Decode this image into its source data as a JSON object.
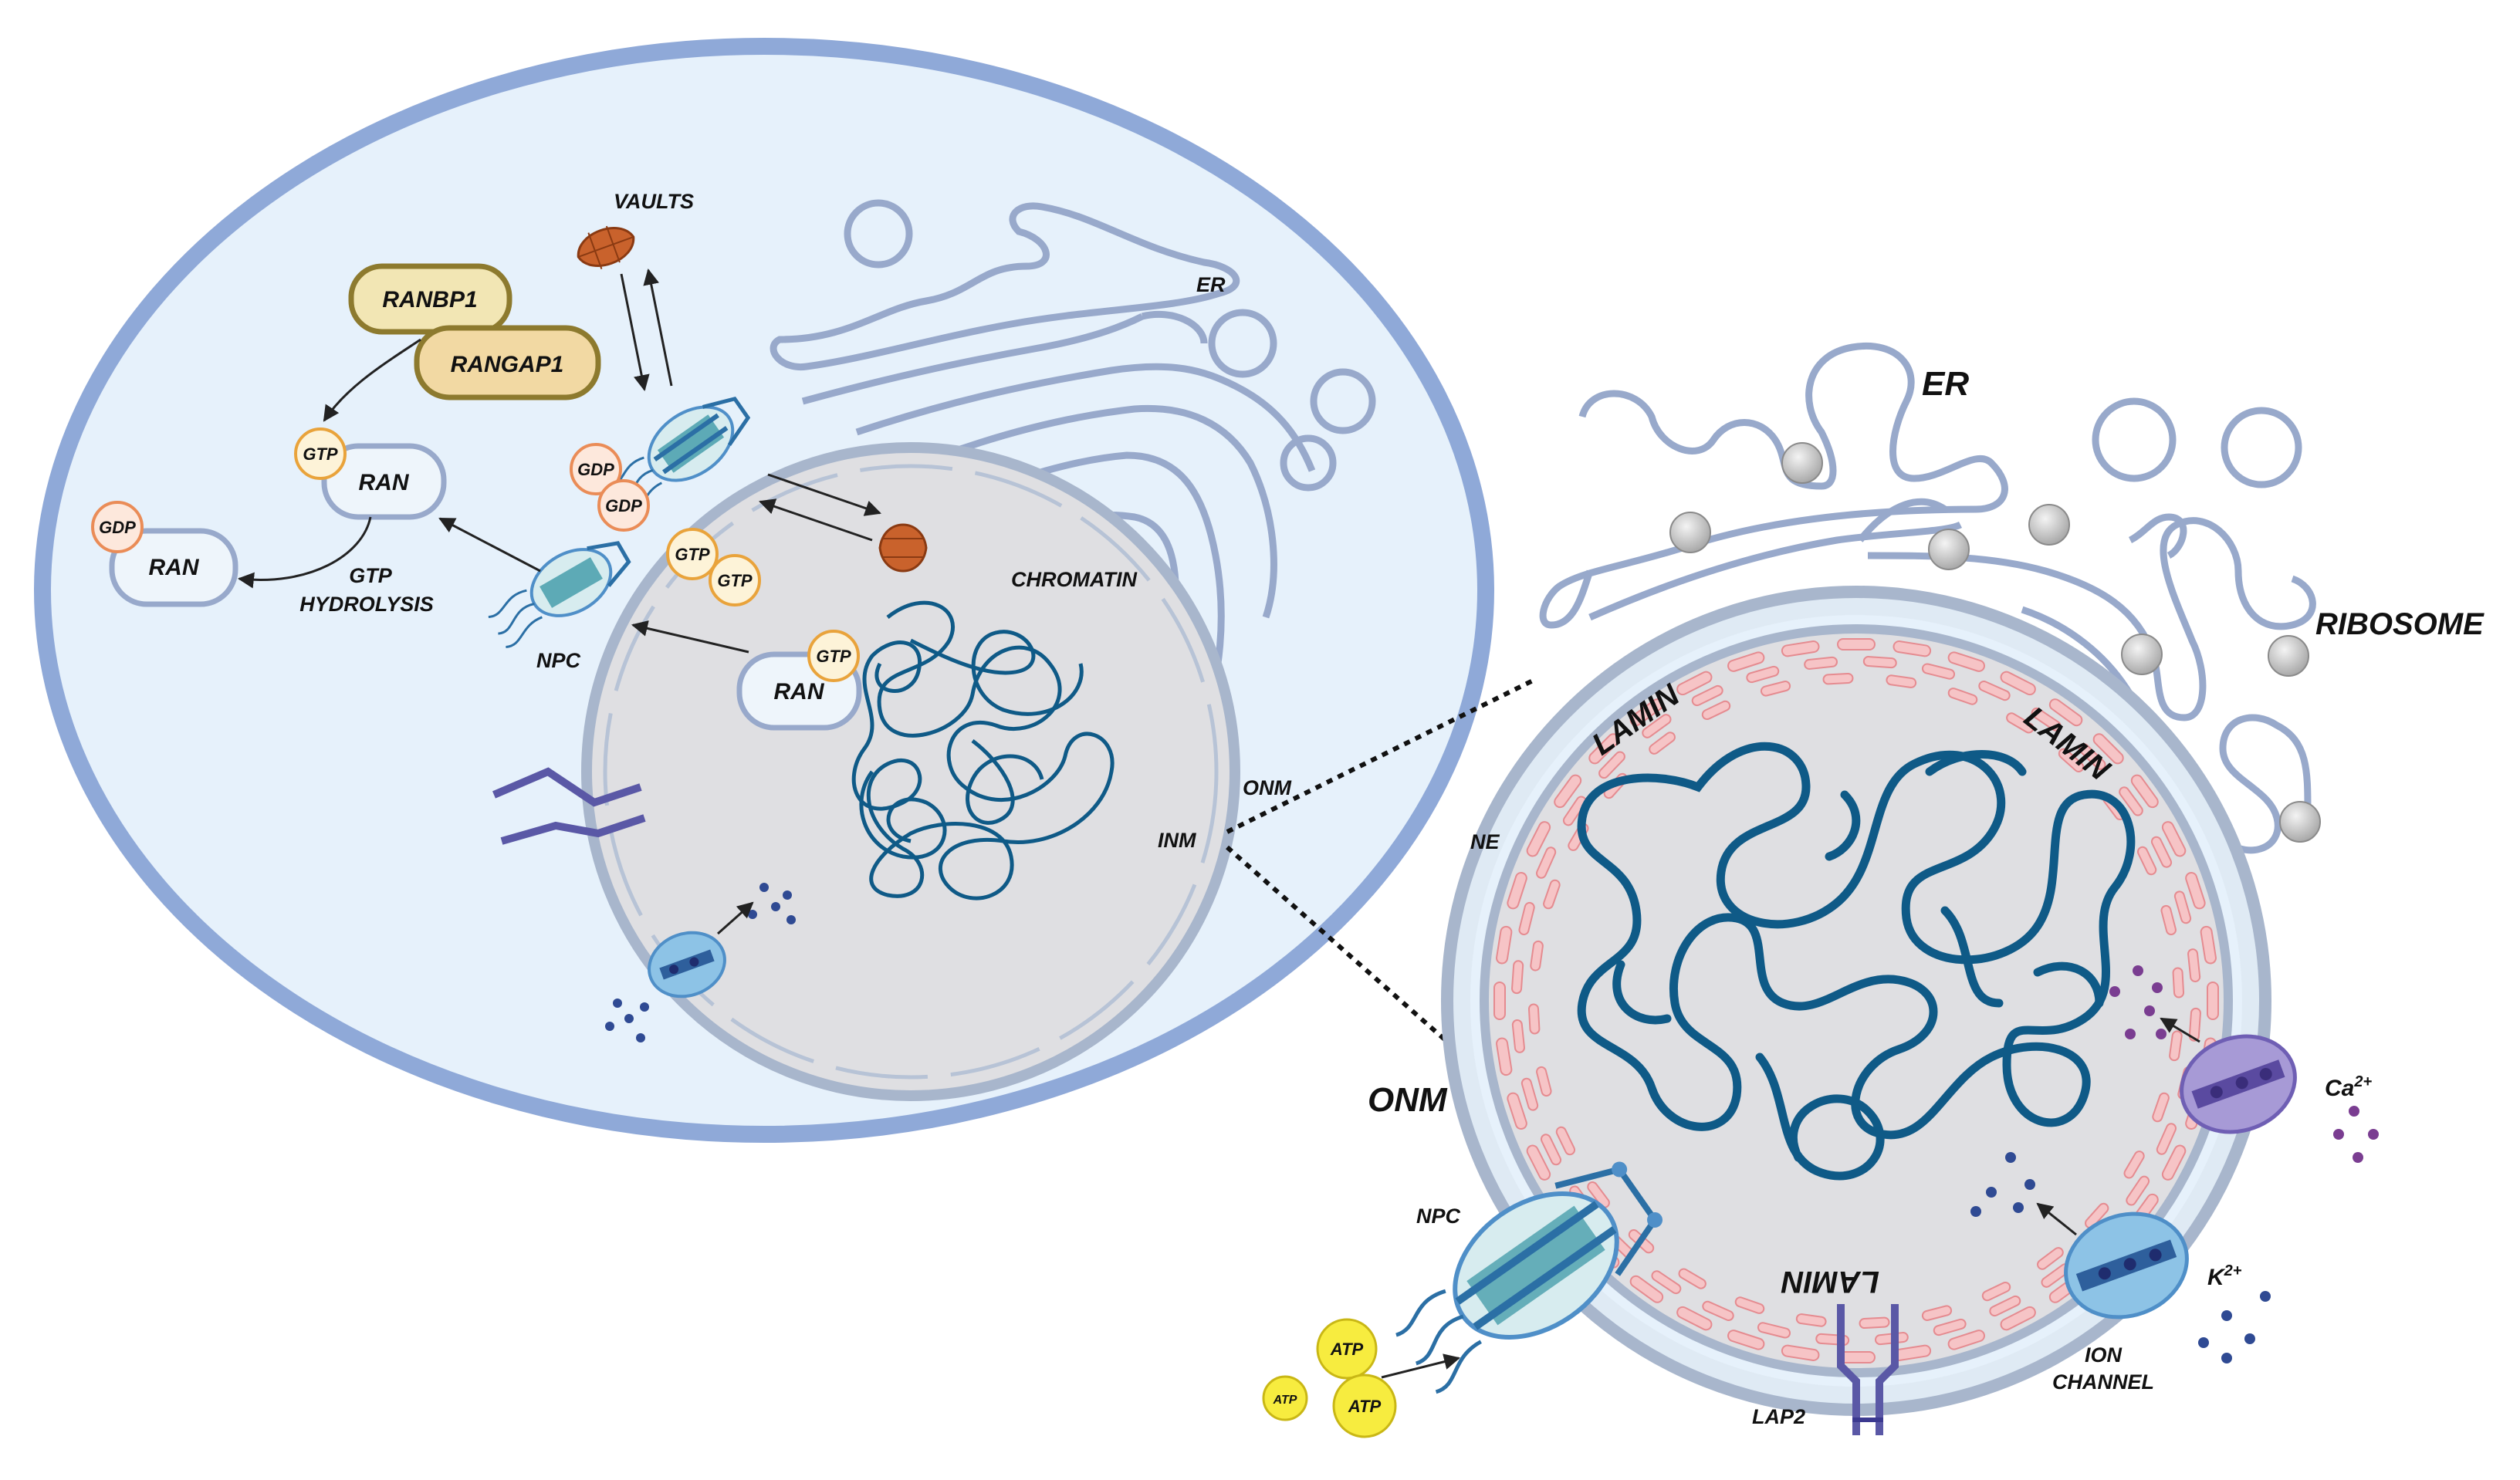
{
  "left_cell": {
    "labels": {
      "vaults": "VAULTS",
      "er": "ER",
      "ranbp1": "RANBP1",
      "rangap1": "RANGAP1",
      "gtp_hydrolysis_1": "GTP",
      "gtp_hydrolysis_2": "HYDROLYSIS",
      "npc": "NPC",
      "chromatin": "CHROMATIN",
      "onm": "ONM",
      "inm": "INM"
    },
    "nucleotides": {
      "gtp": "GTP",
      "gdp": "GDP"
    },
    "ran_label": "RAN"
  },
  "right_nucleus": {
    "labels": {
      "er": "ER",
      "ribosome": "RIBOSOME",
      "lamin_top_left": "LAMIN",
      "lamin_top_right": "LAMIN",
      "lamin_bottom": "LAMIN",
      "ne": "NE",
      "onm": "ONM",
      "npc": "NPC",
      "lap2": "LAP2",
      "ion_channel_1": "ION",
      "ion_channel_2": "CHANNEL",
      "ca_base": "Ca",
      "ca_sup": "2+",
      "k_base": "K",
      "k_sup": "2+",
      "atp": "ATP"
    }
  },
  "colors": {
    "cell_fill": "#e6f1fb",
    "cell_border": "#8fa9d8",
    "nucleus_fill": "#dfdfe2",
    "nucleus_border": "#a8b6cc",
    "er_stroke": "#98a9cb",
    "chromatin": "#0f5a87",
    "lamin_fill": "#f6c4c6",
    "lamin_stroke": "#e58b90",
    "ribosome": "#cfcfcf",
    "vault": "#c9622c",
    "atp": "#f7ec3f",
    "gtp_ring": "#e9a33b",
    "gdp_ring": "#ea8c57",
    "ranbp_fill": "#f2e6b4",
    "ranbp_border": "#8d7a2e",
    "lap2": "#5a58a6",
    "ca_channel": "#a79ad6",
    "k_channel": "#8dc3e6",
    "npc": "#4f8fc8"
  }
}
